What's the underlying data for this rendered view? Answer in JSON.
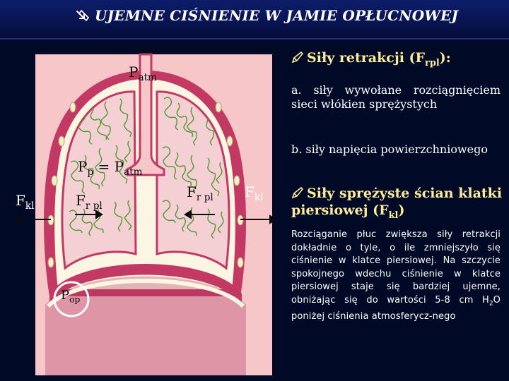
{
  "title": "UJEMNE CIŚNIENIE W JAMIE OPŁUCNOWEJ",
  "diagram": {
    "p_atm_label": "P",
    "p_atm_sub": "atm",
    "pp_label": "P",
    "pp_sub": "p",
    "pp_eq": " = P",
    "pp_eq_sub": "atm",
    "fkl_label": "F",
    "fkl_sub": "kl",
    "frpl_label": "F",
    "frpl_sub": "r pl",
    "pop_label": "P",
    "pop_sub": "op"
  },
  "right": {
    "heading1_pre": "Siły retrakcji (F",
    "heading1_sub": "rpl",
    "heading1_post": "):",
    "item_a": "a. siły wywołane rozciągnięciem sieci włókien sprężystych",
    "item_b": "b. siły napięcia powierzchniowego",
    "heading2_pre": "Siły sprężyste ścian klatki piersiowej (F",
    "heading2_sub": "kl",
    "heading2_post": ")",
    "para_pre": "Rozciąganie płuc zwiększa siły retrakcji dokładnie o tyle, o ile zmniejszyło się ciśnienie w klatce piersiowej. Na szczycie spokojnego wdechu ciśnienie w klatce piersiowej staje się bardziej ujemne, obniżając się do wartości 5-8 cm H",
    "para_sub": "2",
    "para_post": "O poniżej ciśnienia atmosferycz-nego"
  },
  "colors": {
    "background": "#000a26",
    "heading": "#fdeb9a",
    "diagram_bg": "#f6c6c9",
    "lung_wall": "#c23a64",
    "lung_inner": "#fbf6e4",
    "alveoli": "#4d9a2c"
  },
  "icons": [
    "pointing-hand-icon",
    "pen-icon"
  ]
}
